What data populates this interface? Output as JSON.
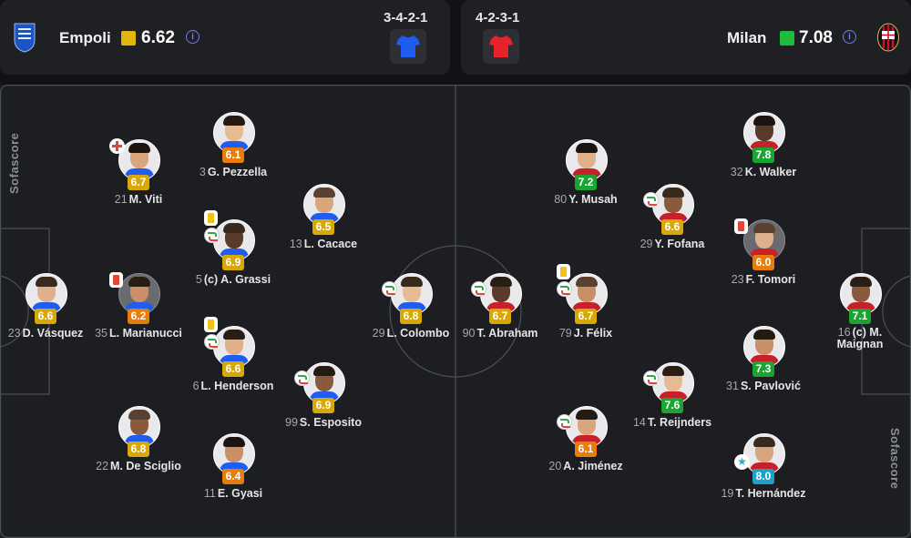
{
  "home": {
    "name": "Empoli",
    "rating": "6.62",
    "formation": "3-4-2-1",
    "shirt_color": "#1f5cf0",
    "rating_color": "#e2b40c",
    "crest": "empoli-crest-icon"
  },
  "away": {
    "name": "Milan",
    "rating": "7.08",
    "formation": "4-2-3-1",
    "shirt_color": "#e8212a",
    "rating_color": "#1fbd3d",
    "crest": "milan-crest-icon"
  },
  "watermark": "Sofascore",
  "rating_colors": {
    "yellow": "#d9a805",
    "orange": "#e87d0c",
    "green": "#1aa533",
    "teal": "#1ea2c9"
  },
  "players": [
    {
      "num": "23",
      "name": "D. Vásquez",
      "rating": "6.6",
      "color": "yellow",
      "team": "home",
      "badges": []
    },
    {
      "num": "35",
      "name": "L. Marianucci",
      "rating": "6.2",
      "color": "orange",
      "team": "home",
      "badges": [
        "red-card"
      ],
      "dim": true
    },
    {
      "num": "21",
      "name": "M. Viti",
      "rating": "6.7",
      "color": "yellow",
      "team": "home",
      "badges": [
        "injury"
      ]
    },
    {
      "num": "22",
      "name": "M. De Sciglio",
      "rating": "6.8",
      "color": "yellow",
      "team": "home",
      "badges": []
    },
    {
      "num": "3",
      "name": "G. Pezzella",
      "rating": "6.1",
      "color": "orange",
      "team": "home",
      "badges": []
    },
    {
      "num": "5",
      "name": "(c) A. Grassi",
      "rating": "6.9",
      "color": "yellow",
      "team": "home",
      "badges": [
        "yellow-card",
        "substitution"
      ]
    },
    {
      "num": "6",
      "name": "L. Henderson",
      "rating": "6.6",
      "color": "yellow",
      "team": "home",
      "badges": [
        "yellow-card",
        "substitution"
      ]
    },
    {
      "num": "11",
      "name": "E. Gyasi",
      "rating": "6.4",
      "color": "orange",
      "team": "home",
      "badges": []
    },
    {
      "num": "13",
      "name": "L. Cacace",
      "rating": "6.5",
      "color": "yellow",
      "team": "home",
      "badges": []
    },
    {
      "num": "99",
      "name": "S. Esposito",
      "rating": "6.9",
      "color": "yellow",
      "team": "home",
      "badges": [
        "substitution"
      ]
    },
    {
      "num": "29",
      "name": "L. Colombo",
      "rating": "6.8",
      "color": "yellow",
      "team": "home",
      "badges": [
        "substitution"
      ]
    },
    {
      "num": "90",
      "name": "T. Abraham",
      "rating": "6.7",
      "color": "yellow",
      "team": "away",
      "badges": [
        "substitution"
      ]
    },
    {
      "num": "80",
      "name": "Y. Musah",
      "rating": "7.2",
      "color": "green",
      "team": "away",
      "badges": []
    },
    {
      "num": "79",
      "name": "J. Félix",
      "rating": "6.7",
      "color": "yellow",
      "team": "away",
      "badges": [
        "yellow-card",
        "substitution"
      ]
    },
    {
      "num": "20",
      "name": "A. Jiménez",
      "rating": "6.1",
      "color": "orange",
      "team": "away",
      "badges": [
        "substitution"
      ]
    },
    {
      "num": "29",
      "name": "Y. Fofana",
      "rating": "6.6",
      "color": "yellow",
      "team": "away",
      "badges": [
        "substitution"
      ]
    },
    {
      "num": "14",
      "name": "T. Reijnders",
      "rating": "7.6",
      "color": "green",
      "team": "away",
      "badges": [
        "substitution"
      ]
    },
    {
      "num": "32",
      "name": "K. Walker",
      "rating": "7.8",
      "color": "green",
      "team": "away",
      "badges": []
    },
    {
      "num": "23",
      "name": "F. Tomori",
      "rating": "6.0",
      "color": "orange",
      "team": "away",
      "badges": [
        "red-card"
      ],
      "dim": true
    },
    {
      "num": "31",
      "name": "S. Pavlović",
      "rating": "7.3",
      "color": "green",
      "team": "away",
      "badges": []
    },
    {
      "num": "19",
      "name": "T. Hernández",
      "rating": "8.0",
      "color": "teal",
      "team": "away",
      "badges": [
        "star"
      ]
    },
    {
      "num": "16",
      "name": "(c) M. Maignan",
      "rating": "7.1",
      "color": "green",
      "team": "away",
      "badges": []
    }
  ]
}
